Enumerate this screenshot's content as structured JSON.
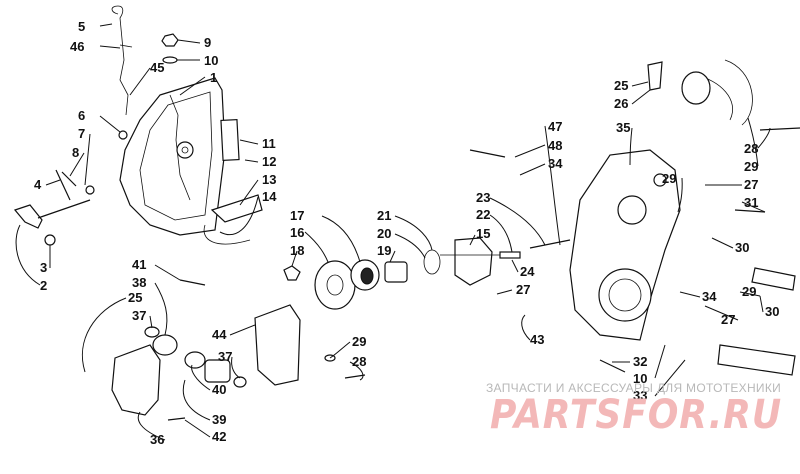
{
  "diagram": {
    "callouts": [
      "1",
      "2",
      "3",
      "4",
      "5",
      "6",
      "7",
      "8",
      "9",
      "10",
      "11",
      "12",
      "13",
      "14",
      "15",
      "16",
      "17",
      "18",
      "19",
      "20",
      "21",
      "22",
      "23",
      "24",
      "25",
      "26",
      "27",
      "28",
      "29",
      "30",
      "31",
      "32",
      "33",
      "34",
      "35",
      "36",
      "37",
      "38",
      "39",
      "40",
      "41",
      "42",
      "43",
      "44",
      "45",
      "46",
      "47",
      "48"
    ]
  },
  "labels": [
    {
      "id": "5a",
      "text": "5"
    },
    {
      "id": "46",
      "text": "46"
    },
    {
      "id": "45",
      "text": "45"
    },
    {
      "id": "9",
      "text": "9"
    },
    {
      "id": "10a",
      "text": "10"
    },
    {
      "id": "1",
      "text": "1"
    },
    {
      "id": "6",
      "text": "6"
    },
    {
      "id": "7",
      "text": "7"
    },
    {
      "id": "8",
      "text": "8"
    },
    {
      "id": "4",
      "text": "4"
    },
    {
      "id": "3",
      "text": "3"
    },
    {
      "id": "2",
      "text": "2"
    },
    {
      "id": "11",
      "text": "11"
    },
    {
      "id": "12",
      "text": "12"
    },
    {
      "id": "13",
      "text": "13"
    },
    {
      "id": "14",
      "text": "14"
    },
    {
      "id": "17",
      "text": "17"
    },
    {
      "id": "16",
      "text": "16"
    },
    {
      "id": "18",
      "text": "18"
    },
    {
      "id": "21",
      "text": "21"
    },
    {
      "id": "20",
      "text": "20"
    },
    {
      "id": "19",
      "text": "19"
    },
    {
      "id": "15",
      "text": "15"
    },
    {
      "id": "22",
      "text": "22"
    },
    {
      "id": "23",
      "text": "23"
    },
    {
      "id": "24",
      "text": "24"
    },
    {
      "id": "27a",
      "text": "27"
    },
    {
      "id": "43",
      "text": "43"
    },
    {
      "id": "47",
      "text": "47"
    },
    {
      "id": "48",
      "text": "48"
    },
    {
      "id": "34a",
      "text": "34"
    },
    {
      "id": "35",
      "text": "35"
    },
    {
      "id": "25a",
      "text": "25"
    },
    {
      "id": "26",
      "text": "26"
    },
    {
      "id": "28a",
      "text": "28"
    },
    {
      "id": "29a",
      "text": "29"
    },
    {
      "id": "29b",
      "text": "29"
    },
    {
      "id": "27b",
      "text": "27"
    },
    {
      "id": "31",
      "text": "31"
    },
    {
      "id": "30a",
      "text": "30"
    },
    {
      "id": "34b",
      "text": "34"
    },
    {
      "id": "29c",
      "text": "29"
    },
    {
      "id": "27c",
      "text": "27"
    },
    {
      "id": "30b",
      "text": "30"
    },
    {
      "id": "32",
      "text": "32"
    },
    {
      "id": "10b",
      "text": "10"
    },
    {
      "id": "33",
      "text": "33"
    },
    {
      "id": "41",
      "text": "41"
    },
    {
      "id": "38",
      "text": "38"
    },
    {
      "id": "25b",
      "text": "25"
    },
    {
      "id": "37a",
      "text": "37"
    },
    {
      "id": "44",
      "text": "44"
    },
    {
      "id": "29d",
      "text": "29"
    },
    {
      "id": "28b",
      "text": "28"
    },
    {
      "id": "37b",
      "text": "37"
    },
    {
      "id": "40",
      "text": "40"
    },
    {
      "id": "39",
      "text": "39"
    },
    {
      "id": "36",
      "text": "36"
    },
    {
      "id": "42",
      "text": "42"
    }
  ],
  "watermark": {
    "top_text": "ЗАПЧАСТИ И АКСЕССУАРЫ ДЛЯ МОТОТЕХНИКИ",
    "logo_text": "PARTSFOR.RU"
  },
  "colors": {
    "ink": "#111111",
    "background": "#ffffff",
    "watermark_logo": "#f3b8b8",
    "watermark_text": "#b8b8b8"
  }
}
